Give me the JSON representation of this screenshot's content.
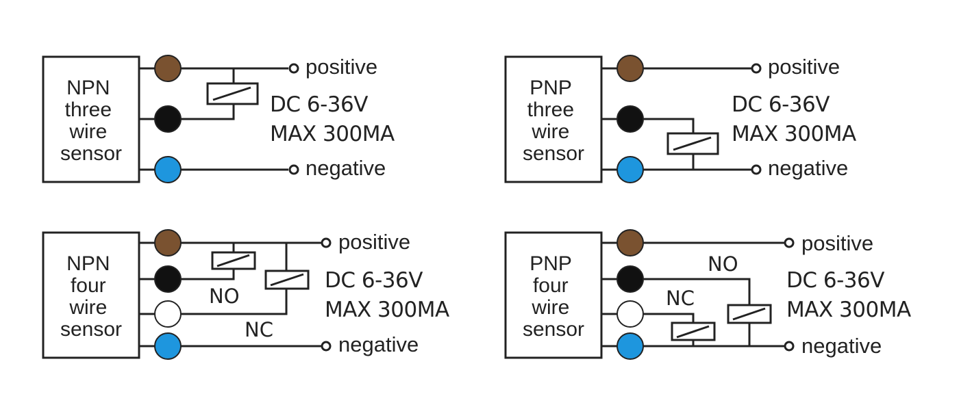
{
  "colors": {
    "brown": "#7a5230",
    "black": "#111111",
    "white": "#ffffff",
    "blue": "#1e96de"
  },
  "diagrams": {
    "npn3": {
      "sensor": [
        "NPN",
        "three",
        "wire",
        "sensor"
      ],
      "positive": "positive",
      "negative": "negative",
      "spec": [
        "DC 6-36V",
        "MAX 300MA"
      ]
    },
    "pnp3": {
      "sensor": [
        "PNP",
        "three",
        "wire",
        "sensor"
      ],
      "positive": "positive",
      "negative": "negative",
      "spec": [
        "DC 6-36V",
        "MAX 300MA"
      ]
    },
    "npn4": {
      "sensor": [
        "NPN",
        "four",
        "wire",
        "sensor"
      ],
      "positive": "positive",
      "negative": "negative",
      "spec": [
        "DC 6-36V",
        "MAX 300MA"
      ],
      "no": "NO",
      "nc": "NC"
    },
    "pnp4": {
      "sensor": [
        "PNP",
        "four",
        "wire",
        "sensor"
      ],
      "positive": "positive",
      "negative": "negative",
      "spec": [
        "DC 6-36V",
        "MAX 300MA"
      ],
      "no": "NO",
      "nc": "NC"
    }
  }
}
